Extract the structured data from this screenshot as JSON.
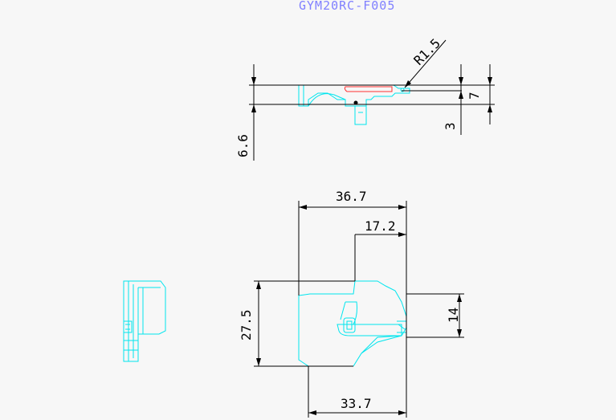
{
  "title": "GYM20RC-F005",
  "dimensions": {
    "radius": "R1.5",
    "side_7": "7",
    "side_3": "3",
    "side_6_6": "6.6",
    "width_36_7": "36.7",
    "width_17_2": "17.2",
    "height_27_5": "27.5",
    "height_14": "14",
    "width_33_7": "33.7"
  },
  "colors": {
    "part_outline": "#00e5ee",
    "hidden_line": "#ff3030",
    "dimension": "#000000",
    "title": "#8080ff",
    "background": "#f7f7f7"
  }
}
